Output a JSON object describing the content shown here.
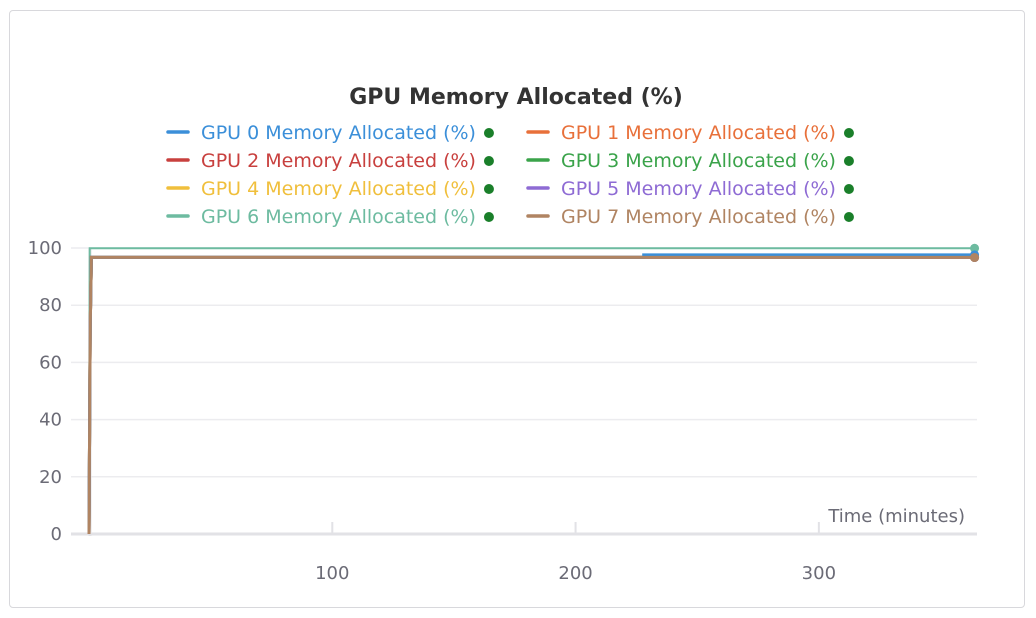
{
  "chart_data": {
    "type": "line",
    "title": "GPU Memory Allocated (%)",
    "xlabel": "Time (minutes)",
    "ylabel": "",
    "xlim": [
      0,
      365
    ],
    "ylim": [
      0,
      100
    ],
    "xticks": [
      100,
      200,
      300
    ],
    "yticks": [
      0,
      20,
      40,
      60,
      80,
      100
    ],
    "grid": true,
    "legend_position": "top",
    "series": [
      {
        "name": "GPU 0 Memory Allocated (%)",
        "color": "#3b8fd9",
        "points": [
          [
            0,
            0
          ],
          [
            0.5,
            72
          ],
          [
            1,
            96.7
          ],
          [
            228,
            96.7
          ],
          [
            228,
            97.6
          ],
          [
            364,
            97.6
          ]
        ]
      },
      {
        "name": "GPU 1 Memory Allocated (%)",
        "color": "#e8703a",
        "points": [
          [
            0,
            0
          ],
          [
            0.5,
            72
          ],
          [
            1,
            96.7
          ],
          [
            364,
            96.7
          ]
        ]
      },
      {
        "name": "GPU 2 Memory Allocated (%)",
        "color": "#c8403e",
        "points": [
          [
            0,
            0
          ],
          [
            0.5,
            72
          ],
          [
            1,
            96.7
          ],
          [
            364,
            96.7
          ]
        ]
      },
      {
        "name": "GPU 3 Memory Allocated (%)",
        "color": "#3aa34a",
        "points": [
          [
            0,
            0
          ],
          [
            0.5,
            72
          ],
          [
            1,
            96.7
          ],
          [
            364,
            96.7
          ]
        ]
      },
      {
        "name": "GPU 4 Memory Allocated (%)",
        "color": "#f0bf3c",
        "points": [
          [
            0,
            0
          ],
          [
            0.5,
            72
          ],
          [
            1,
            96.7
          ],
          [
            364,
            96.7
          ]
        ]
      },
      {
        "name": "GPU 5 Memory Allocated (%)",
        "color": "#8e6bd4",
        "points": [
          [
            0,
            0
          ],
          [
            0.5,
            72
          ],
          [
            1,
            96.7
          ],
          [
            364,
            96.7
          ]
        ]
      },
      {
        "name": "GPU 6 Memory Allocated (%)",
        "color": "#6dbba0",
        "points": [
          [
            0,
            0
          ],
          [
            0.3,
            99.9
          ],
          [
            364,
            99.9
          ]
        ]
      },
      {
        "name": "GPU 7 Memory Allocated (%)",
        "color": "#b08462",
        "points": [
          [
            0,
            0
          ],
          [
            0.5,
            72
          ],
          [
            1,
            96.7
          ],
          [
            364,
            96.7
          ]
        ]
      }
    ]
  }
}
